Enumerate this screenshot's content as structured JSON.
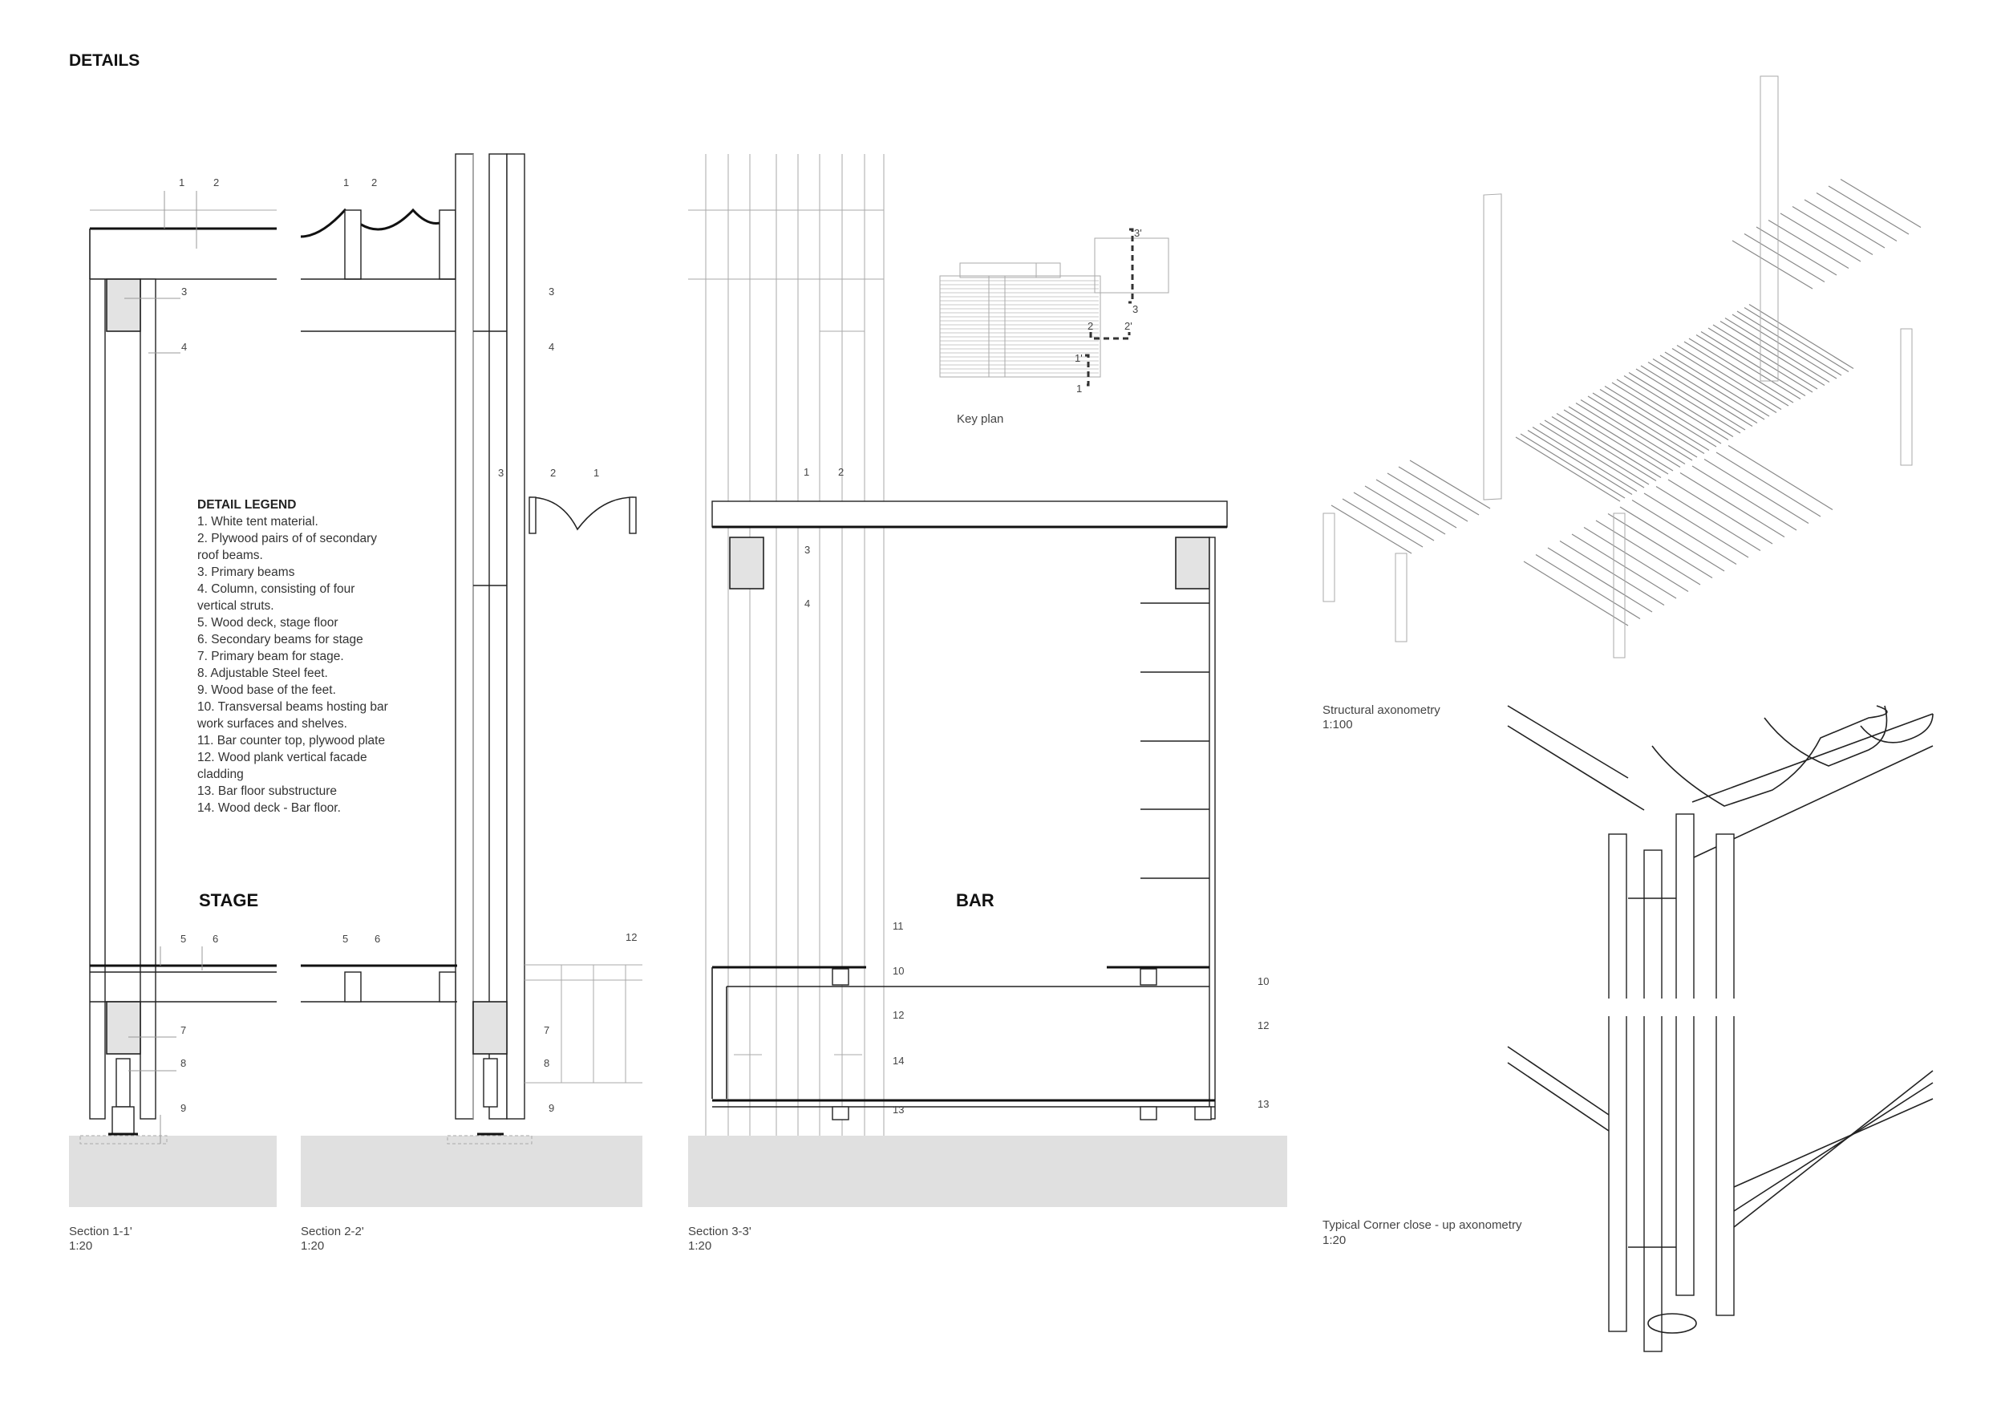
{
  "page": {
    "title": "DETAILS"
  },
  "legend": {
    "heading": "DETAIL LEGEND",
    "lines": [
      "1. White tent material.",
      "2. Plywood pairs of of secondary",
      "roof beams.",
      "3. Primary beams",
      "4. Column, consisting of four",
      "vertical struts.",
      "5. Wood deck, stage floor",
      "6. Secondary beams for stage",
      "7. Primary beam for stage.",
      "8. Adjustable Steel feet.",
      "9. Wood base of the feet.",
      "10. Transversal beams hosting bar",
      "work surfaces and shelves.",
      "11. Bar counter top, plywood plate",
      "12. Wood plank vertical facade",
      "cladding",
      "13. Bar floor substructure",
      "14. Wood deck - Bar floor."
    ]
  },
  "labels": {
    "stage": "STAGE",
    "bar": "BAR"
  },
  "section1": {
    "name": "Section 1-1'",
    "scale": "1:20",
    "callouts": [
      "1",
      "2",
      "3",
      "4",
      "5",
      "6",
      "7",
      "8",
      "9"
    ]
  },
  "section2": {
    "name": "Section 2-2'",
    "scale": "1:20",
    "callouts": [
      "1",
      "2",
      "3",
      "4",
      "3",
      "2",
      "1",
      "5",
      "6",
      "12",
      "7",
      "8",
      "9"
    ]
  },
  "section3": {
    "name": "Section 3-3'",
    "scale": "1:20",
    "callouts": [
      "1",
      "2",
      "3",
      "4",
      "11",
      "10",
      "12",
      "14",
      "13",
      "10",
      "12",
      "13"
    ]
  },
  "keyplan": {
    "caption": "Key plan",
    "marks": [
      "3'",
      "3",
      "2",
      "2'",
      "1'",
      "1"
    ]
  },
  "axonometry": {
    "name": "Structural axonometry",
    "scale": "1:100"
  },
  "corner": {
    "name": "Typical Corner close - up axonometry",
    "scale": "1:20"
  }
}
